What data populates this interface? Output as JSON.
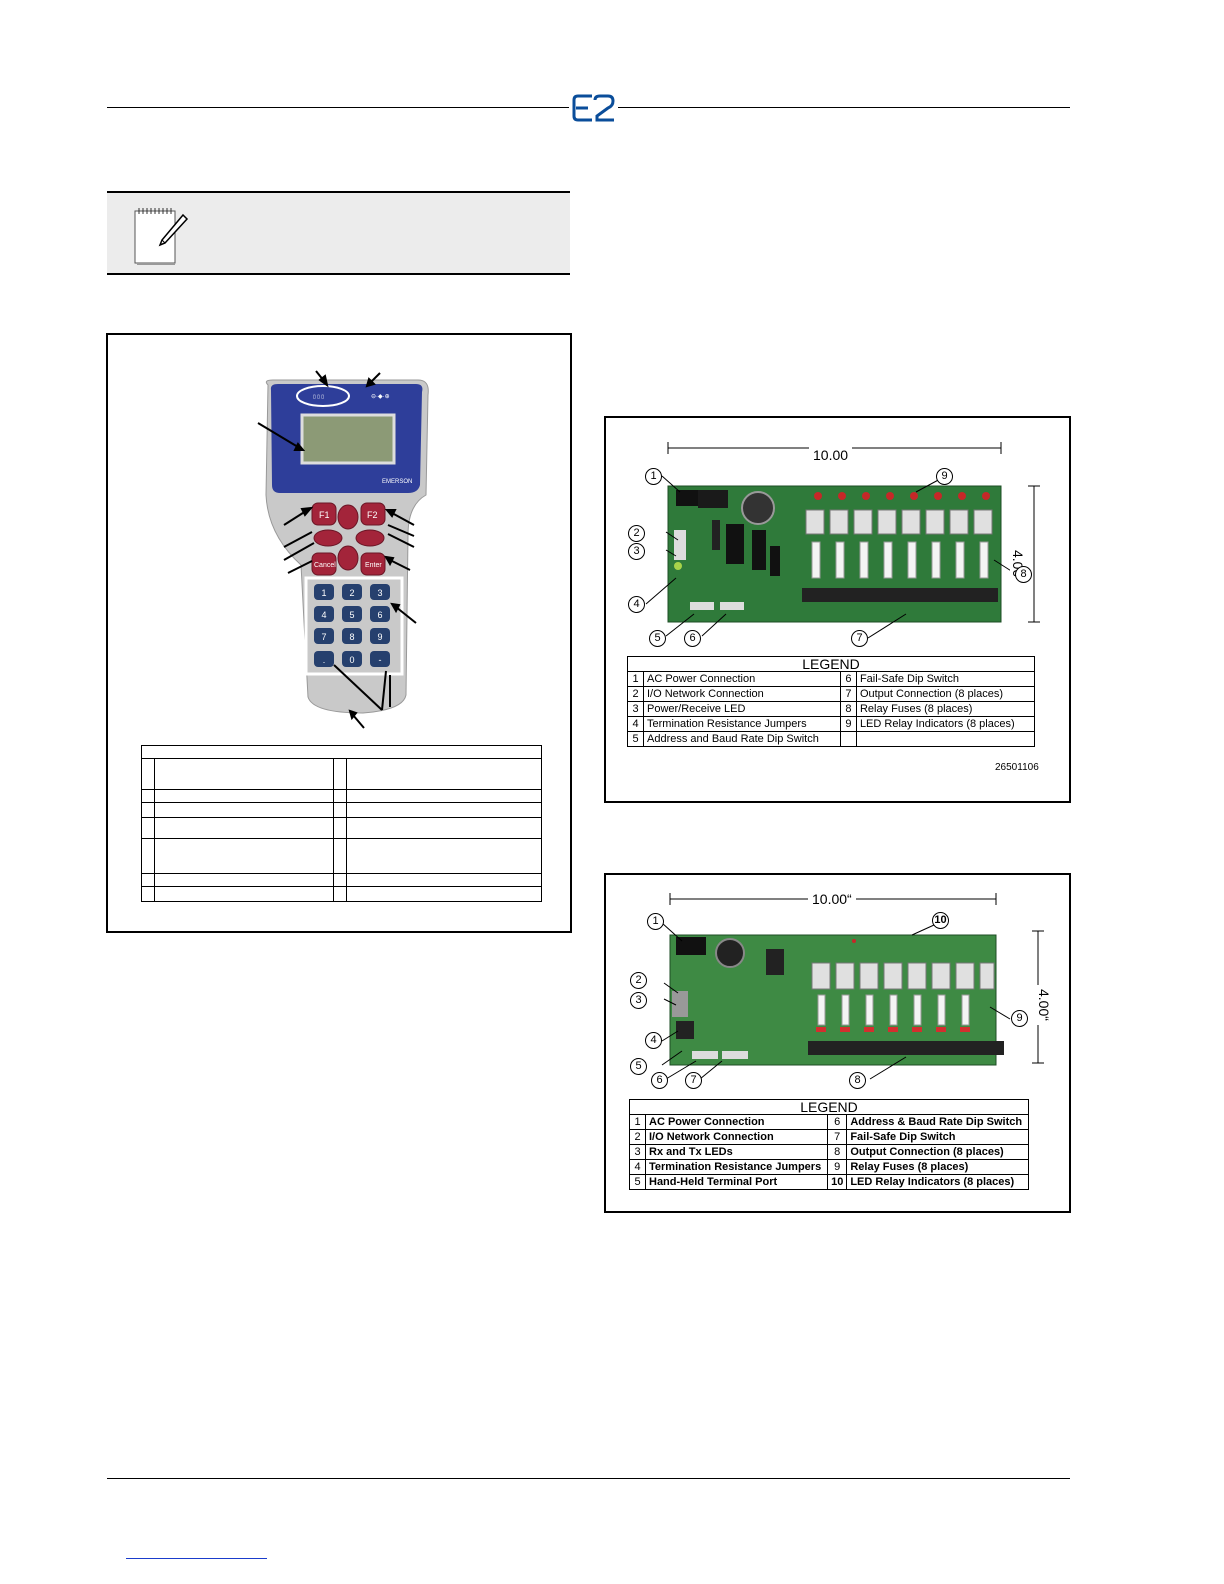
{
  "header": {
    "logo_text": "E2"
  },
  "figure_pib": {
    "dimension_width": "10.00",
    "dimension_height": "4.00",
    "legend_title": "LEGEND",
    "callouts": [
      "1",
      "2",
      "3",
      "4",
      "5",
      "6",
      "7",
      "8",
      "9"
    ],
    "legend_rows": [
      {
        "n1": "1",
        "l1": "AC Power Connection",
        "n2": "6",
        "l2": "Fail-Safe Dip Switch"
      },
      {
        "n1": "2",
        "l1": "I/O Network Connection",
        "n2": "7",
        "l2": "Output Connection (8 places)"
      },
      {
        "n1": "3",
        "l1": "Power/Receive LED",
        "n2": "8",
        "l2": "Relay Fuses (8 places)"
      },
      {
        "n1": "4",
        "l1": "Termination Resistance Jumpers",
        "n2": "9",
        "l2": "LED Relay Indicators (8 places)"
      },
      {
        "n1": "5",
        "l1": "Address and Baud Rate Dip Switch",
        "n2": "",
        "l2": ""
      }
    ],
    "part_number": "26501106"
  },
  "figure_pib2": {
    "dimension_width": "10.00“",
    "dimension_height": "4.00“",
    "legend_title": "LEGEND",
    "callouts": [
      "1",
      "2",
      "3",
      "4",
      "5",
      "6",
      "7",
      "8",
      "9",
      "10"
    ],
    "legend_rows": [
      {
        "n1": "1",
        "l1": "AC Power Connection",
        "n2": "6",
        "l2": "Address & Baud Rate Dip Switch"
      },
      {
        "n1": "2",
        "l1": "I/O Network Connection",
        "n2": "7",
        "l2": "Fail-Safe Dip Switch"
      },
      {
        "n1": "3",
        "l1": "Rx and Tx LEDs",
        "n2": "8",
        "l2": "Output Connection (8 places)"
      },
      {
        "n1": "4",
        "l1": "Termination Resistance Jumpers",
        "n2": "9",
        "l2": "Relay Fuses (8 places)"
      },
      {
        "n1": "5",
        "l1": "Hand-Held Terminal  Port",
        "n2": "10",
        "l2": "LED Relay Indicators (8 places)"
      }
    ]
  },
  "handheld": {
    "keys_fn": [
      "F1",
      "F2"
    ],
    "keys_action": [
      "Cancel",
      "Enter"
    ],
    "keys_num": [
      "1",
      "2",
      "3",
      "4",
      "5",
      "6",
      "7",
      "8",
      "9",
      ".",
      "0",
      "-"
    ],
    "brand": "EMERSON"
  },
  "colors": {
    "logo": "#0a4d9a",
    "board": "#2f7a3a",
    "handheld_face": "#2e3e9a",
    "key_red": "#a3243a",
    "key_blue": "#26406e"
  }
}
